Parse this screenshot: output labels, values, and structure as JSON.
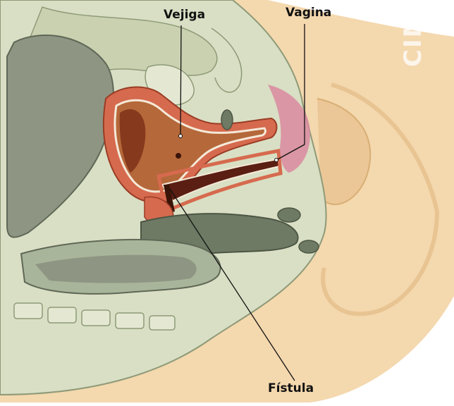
{
  "labels": {
    "vejiga": "Vejiga",
    "vagina": "Vagina",
    "fistula": "Fístula"
  },
  "watermark": "CIMI",
  "colors": {
    "skin": "#F4D8AE",
    "skin_shadow": "#E9C48F",
    "tissue": "#D9DFC4",
    "tissue_line": "#8E9A78",
    "bladder_wall": "#D66A4E",
    "bladder_inner": "#8A3A20",
    "bladder_lumen": "#B5683A",
    "vagina_pink": "#D98AA0",
    "rectum": "#6E7A64",
    "intestine": "#A9B59A",
    "leader": "#111111"
  }
}
